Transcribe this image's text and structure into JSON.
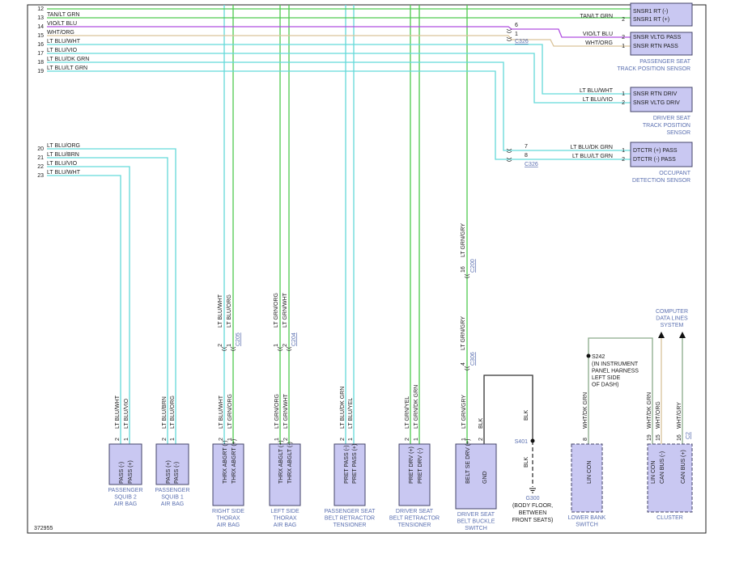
{
  "colors": {
    "cyan": "#63d9d9",
    "green": "#4fc94f",
    "tan": "#d9c39a",
    "violet": "#b04fe0",
    "gray": "#8aaa8a",
    "black": "#333333",
    "connector_fill": "#c9c8f2",
    "connector_stroke": "#44446a",
    "label_blue": "#5a6fb0"
  },
  "figure_id": "372955",
  "left_wires": [
    {
      "num": "12",
      "label": "",
      "color": "green"
    },
    {
      "num": "13",
      "label": "TAN/LT GRN",
      "color": "green"
    },
    {
      "num": "14",
      "label": "VIO/LT BLU",
      "color": "violet"
    },
    {
      "num": "15",
      "label": "WHT/ORG",
      "color": "tan"
    },
    {
      "num": "16",
      "label": "LT BLU/WHT",
      "color": "cyan"
    },
    {
      "num": "17",
      "label": "LT BLU/VIO",
      "color": "cyan"
    },
    {
      "num": "18",
      "label": "LT BLU/DK GRN",
      "color": "cyan"
    },
    {
      "num": "19",
      "label": "LT BLU/LT GRN",
      "color": "cyan"
    },
    {
      "num": "20",
      "label": "LT BLU/ORG",
      "color": "cyan"
    },
    {
      "num": "21",
      "label": "LT BLU/BRN",
      "color": "cyan"
    },
    {
      "num": "22",
      "label": "LT BLU/VIO",
      "color": "cyan"
    },
    {
      "num": "23",
      "label": "LT BLU/WHT",
      "color": "cyan"
    }
  ],
  "right_components": [
    {
      "pins": [
        {
          "wire": "",
          "num": "",
          "name": "SNSR1 RT (-)"
        },
        {
          "wire": "TAN/LT GRN",
          "num": "2",
          "name": "SNSR1 RT (+)"
        }
      ],
      "title": []
    },
    {
      "pins": [
        {
          "wire": "VIO/LT BLU",
          "num": "2",
          "name": "SNSR VLTG PASS"
        },
        {
          "wire": "WHT/ORG",
          "num": "1",
          "name": "SNSR RTN PASS"
        }
      ],
      "title": [
        "PASSENGER SEAT",
        "TRACK POSITION SENSOR"
      ]
    },
    {
      "pins": [
        {
          "wire": "LT BLU/WHT",
          "num": "1",
          "name": "SNSR RTN DRIV"
        },
        {
          "wire": "LT BLU/VIO",
          "num": "2",
          "name": "SNSR VLTG DRIV"
        }
      ],
      "title": [
        "DRIVER SEAT",
        "TRACK POSITION",
        "SENSOR"
      ]
    },
    {
      "pins": [
        {
          "wire": "LT BLU/DK GRN",
          "num": "1",
          "name": "DTCTR (+) PASS"
        },
        {
          "wire": "LT BLU/LT GRN",
          "num": "2",
          "name": "DTCTR (-) PASS"
        }
      ],
      "title": [
        "OCCUPANT",
        "DETECTION SENSOR"
      ]
    }
  ],
  "inline_connector_c326": {
    "name": "C326",
    "pins_top": [
      "6",
      "1"
    ],
    "pins_bottom": [
      "7",
      "8"
    ]
  },
  "bottom_components": [
    {
      "pins": [
        {
          "wire": "LT BLU/WHT",
          "num": "2",
          "name": "PASS (-)"
        },
        {
          "wire": "LT BLU/VIO",
          "num": "1",
          "name": "PASS (+)"
        }
      ],
      "title": [
        "PASSENGER",
        "SQUIB 2",
        "AIR BAG"
      ]
    },
    {
      "pins": [
        {
          "wire": "LT BLU/BRN",
          "num": "2",
          "name": "PASS (+)"
        },
        {
          "wire": "LT BLU/ORG",
          "num": "1",
          "name": "PASS (-)"
        }
      ],
      "title": [
        "PASSENGER",
        "SQUIB 1",
        "AIR BAG"
      ]
    },
    {
      "pins": [
        {
          "wire": "LT BLU/WHT",
          "num": "2",
          "name": "THRX ABGRT (-)"
        },
        {
          "wire": "LT GRN/ORG",
          "num": "1",
          "name": "THRX ABGRT (+)"
        }
      ],
      "title": [
        "RIGHT SIDE",
        "THORAX",
        "AIR BAG"
      ]
    },
    {
      "pins": [
        {
          "wire": "LT GRN/ORG",
          "num": "1",
          "name": "THRX ABGLT (+)"
        },
        {
          "wire": "LT GRN/WHT",
          "num": "2",
          "name": "THRX ABGLT (-)"
        }
      ],
      "title": [
        "LEFT SIDE",
        "THORAX",
        "AIR BAG"
      ]
    },
    {
      "pins": [
        {
          "wire": "LT BLU/DK GRN",
          "num": "2",
          "name": "PRET PASS (-)"
        },
        {
          "wire": "LT BLU/YEL",
          "num": "1",
          "name": "PRET PASS (+)"
        }
      ],
      "title": [
        "PASSENGER SEAT",
        "BELT RETRACTOR",
        "TENSIONER"
      ]
    },
    {
      "pins": [
        {
          "wire": "LT GRN/YEL",
          "num": "2",
          "name": "PRET DRV (+)"
        },
        {
          "wire": "LT GRN/DK GRN",
          "num": "1",
          "name": "PRET DRV (-)"
        }
      ],
      "title": [
        "DRIVER SEAT",
        "BELT RETRACTOR",
        "TENSIONER"
      ]
    },
    {
      "pins": [
        {
          "wire": "LT GRN/GRY",
          "num": "1",
          "name": "BELT SE DRV (+)"
        },
        {
          "wire": "BLK",
          "num": "2",
          "name": "GND"
        }
      ],
      "title": [
        "DRIVER SEAT",
        "BELT BUCKLE",
        "SWITCH"
      ]
    },
    {
      "pins": [
        {
          "wire": "WHT/DK GRN",
          "num": "8",
          "name": "LIN CON"
        }
      ],
      "title": [
        "LOWER BANK",
        "SWITCH"
      ]
    },
    {
      "pins": [
        {
          "wire": "WHT/DK GRN",
          "num": "19",
          "name": "LIN CON"
        },
        {
          "wire": "WHT/ORG",
          "num": "15",
          "name": "CAN BUS (-)"
        },
        {
          "wire": "WHT/GRY",
          "num": "16",
          "name": "CAN BUS (+)"
        }
      ],
      "title": [
        "CLUSTER"
      ],
      "connector": "C2"
    }
  ],
  "inline_connectors": {
    "c205": {
      "name": "C205",
      "pins": [
        "2",
        "1"
      ],
      "wires": [
        "LT BLU/WHT",
        "LT BLU/ORG"
      ]
    },
    "c204": {
      "name": "C204",
      "pins": [
        "1",
        "2"
      ],
      "wires": [
        "LT GRN/ORG",
        "LT GRN/WHT"
      ]
    },
    "c200": {
      "name": "C200",
      "pin": "16",
      "wire": "LT GRN/GRY"
    },
    "c306": {
      "name": "C306",
      "pin": "4",
      "wire": "LT GRN/GRY"
    }
  },
  "ground": {
    "splice": "S401",
    "wire": "BLK",
    "name": "G300",
    "desc": [
      "(BODY FLOOR,",
      "BETWEEN",
      "FRONT SEATS)"
    ]
  },
  "splice_s242": {
    "name": "S242",
    "desc": [
      "(IN INSTRUMENT",
      "PANEL HARNESS",
      "LEFT SIDE",
      "OF DASH)"
    ]
  },
  "computer_data_lines": [
    "COMPUTER",
    "DATA LINES",
    "SYSTEM"
  ]
}
